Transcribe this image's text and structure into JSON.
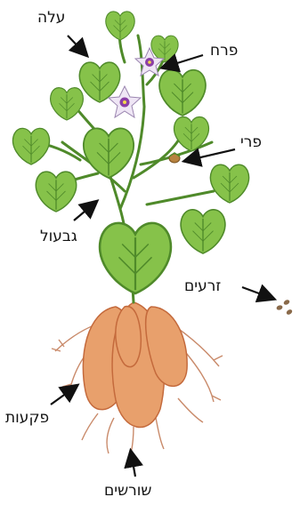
{
  "labels": {
    "leaf": "עלה",
    "flower": "פרח",
    "fruit": "פרי",
    "stem": "גבעול",
    "seeds": "זרעים",
    "tubers": "פקעות",
    "roots": "שורשים"
  },
  "colors": {
    "leaf": "#86c24a",
    "leaf_dark": "#4f8a2a",
    "flower": "#efe6f5",
    "flower_center": "#8b3fa6",
    "tuber": "#e8a06c",
    "tuber_edge": "#c46a3c",
    "root": "#c98a6a",
    "arrow": "#111111",
    "seed": "#8a6a4a"
  }
}
